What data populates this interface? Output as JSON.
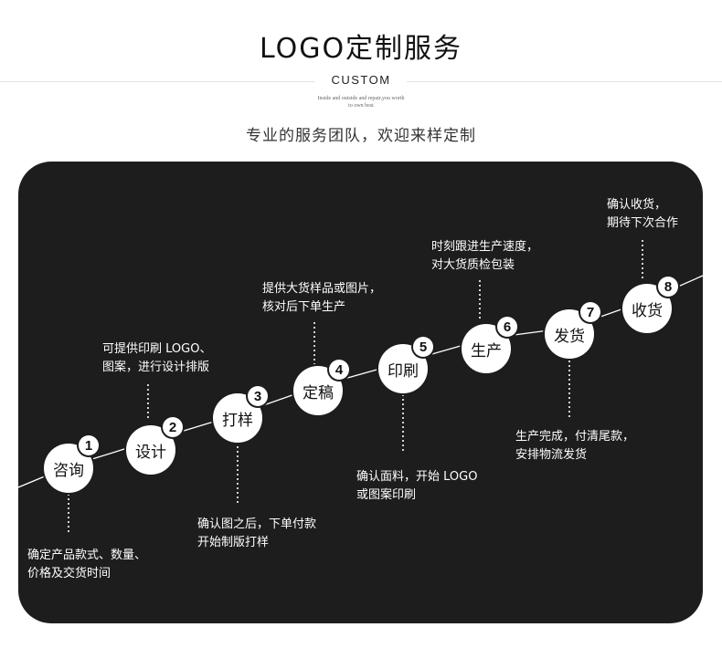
{
  "header": {
    "title": "LOGO定制服务",
    "custom": "CUSTOM",
    "custom_sub_1": "Inside and outside and repair,you worth",
    "custom_sub_2": "to own best",
    "tagline": "专业的服务团队，欢迎来样定制"
  },
  "colors": {
    "panel": "#1d1d1d",
    "node": "#ffffff",
    "text": "#ffffff"
  },
  "steps": [
    {
      "num": "1",
      "label": "咨询",
      "desc": [
        "确定产品款式、数量、",
        "价格及交货时间"
      ]
    },
    {
      "num": "2",
      "label": "设计",
      "desc": [
        "可提供印刷 LOGO、",
        "图案，进行设计排版"
      ]
    },
    {
      "num": "3",
      "label": "打样",
      "desc": [
        "确认图之后，下单付款",
        "开始制版打样"
      ]
    },
    {
      "num": "4",
      "label": "定稿",
      "desc": [
        "提供大货样品或图片，",
        "核对后下单生产"
      ]
    },
    {
      "num": "5",
      "label": "印刷",
      "desc": [
        "确认面料，开始 LOGO",
        "或图案印刷"
      ]
    },
    {
      "num": "6",
      "label": "生产",
      "desc": [
        "时刻跟进生产速度，",
        "对大货质检包装"
      ]
    },
    {
      "num": "7",
      "label": "发货",
      "desc": [
        "生产完成，付清尾款，",
        "安排物流发货"
      ]
    },
    {
      "num": "8",
      "label": "收货",
      "desc": [
        "确认收货，",
        "期待下次合作"
      ]
    }
  ]
}
